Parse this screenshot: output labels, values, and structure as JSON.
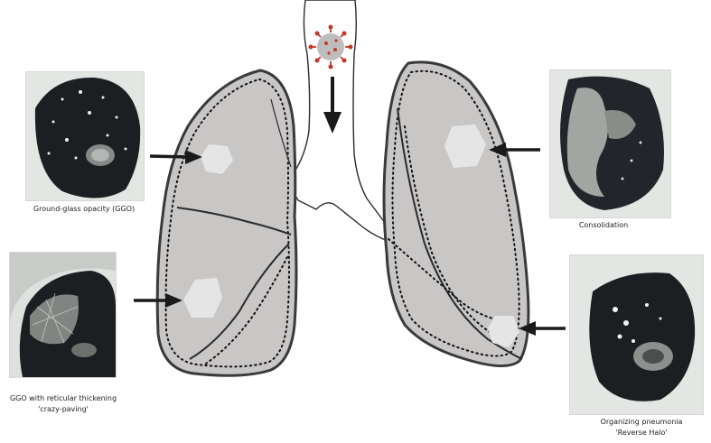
{
  "colors": {
    "lung_fill": "#c9c6c6",
    "lung_stroke": "#3a3a3a",
    "lesion": "#e6e5e5",
    "arrow": "#1a1a1a",
    "virus_body": "#bdbdbd",
    "virus_spikes": "#c0392b",
    "ct_background": "#e9ebe8",
    "ct_lung": "#1c1f21"
  },
  "icons": {
    "virus": "coronavirus-icon",
    "arrows": "arrow-right-icon"
  },
  "captions": {
    "ggo": "Ground-glass opacity (GGO)",
    "consolidation": "Consolidation",
    "crazy_paving_line1": "GGO with reticular thickening",
    "crazy_paving_line2": "'crazy-paving'",
    "organizing_line1": "Organizing pneumonia",
    "organizing_line2": "'Reverse Halo'"
  }
}
